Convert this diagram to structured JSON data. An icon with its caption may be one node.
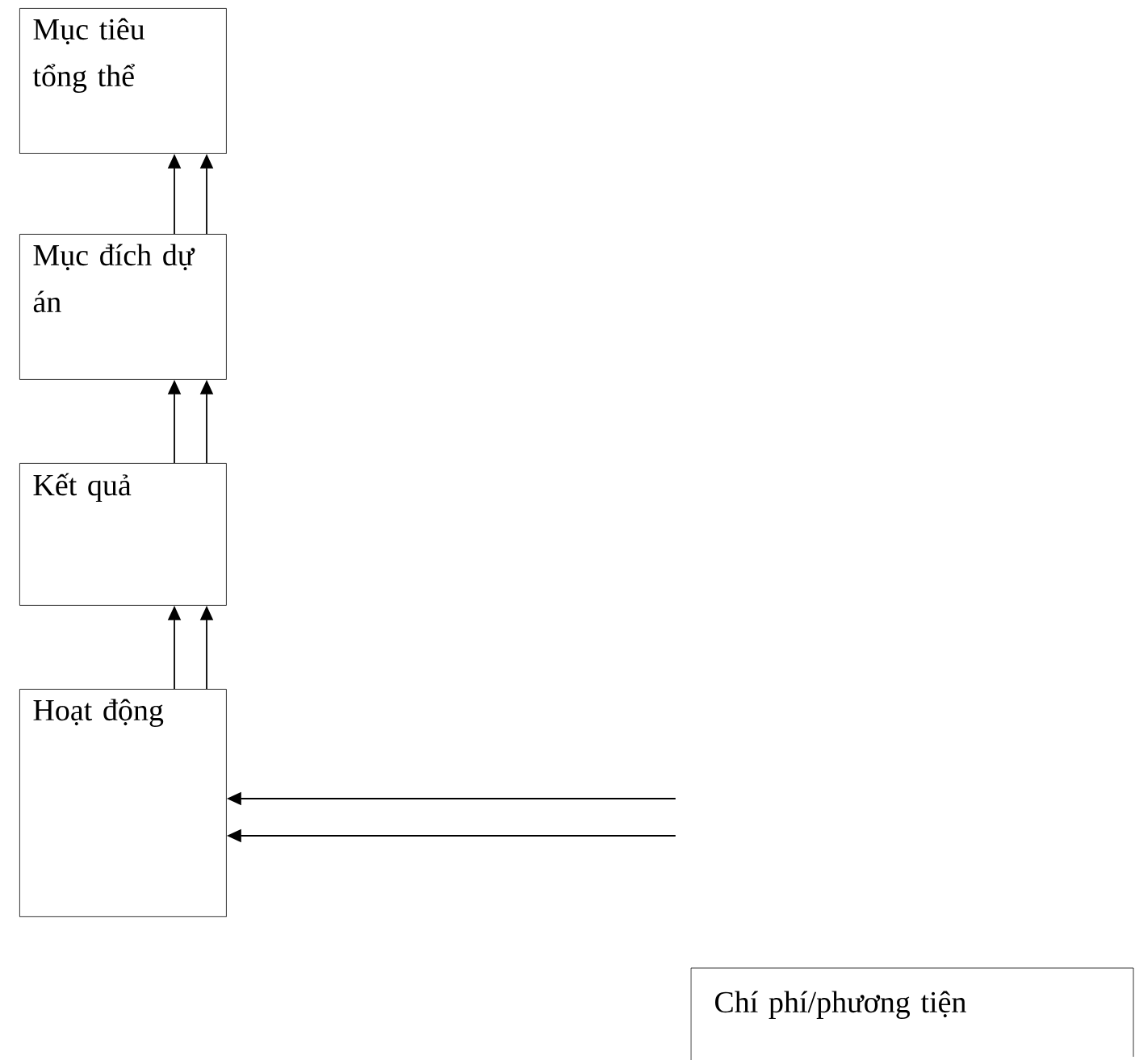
{
  "diagram": {
    "nodes": [
      {
        "text": [
          "Mục tiêu tổng thể"
        ]
      },
      {
        "text": [
          "Mục đích dự án"
        ]
      },
      {
        "text": [
          "Kết quả"
        ]
      },
      {
        "text": [
          "Hoạt động"
        ]
      },
      {
        "text": [
          "Chí phí/phương tiện"
        ]
      }
    ],
    "edges": [
      {
        "from": 1,
        "to": 0,
        "arrow": "to"
      },
      {
        "from": 1,
        "to": 0,
        "arrow": "to"
      },
      {
        "from": 2,
        "to": 1,
        "arrow": "to"
      },
      {
        "from": 2,
        "to": 1,
        "arrow": "to"
      },
      {
        "from": 3,
        "to": 2,
        "arrow": "to"
      },
      {
        "from": 3,
        "to": 2,
        "arrow": "to"
      },
      {
        "from": null,
        "to": 3,
        "arrow": "to"
      },
      {
        "from": null,
        "to": 3,
        "arrow": "to"
      }
    ]
  }
}
